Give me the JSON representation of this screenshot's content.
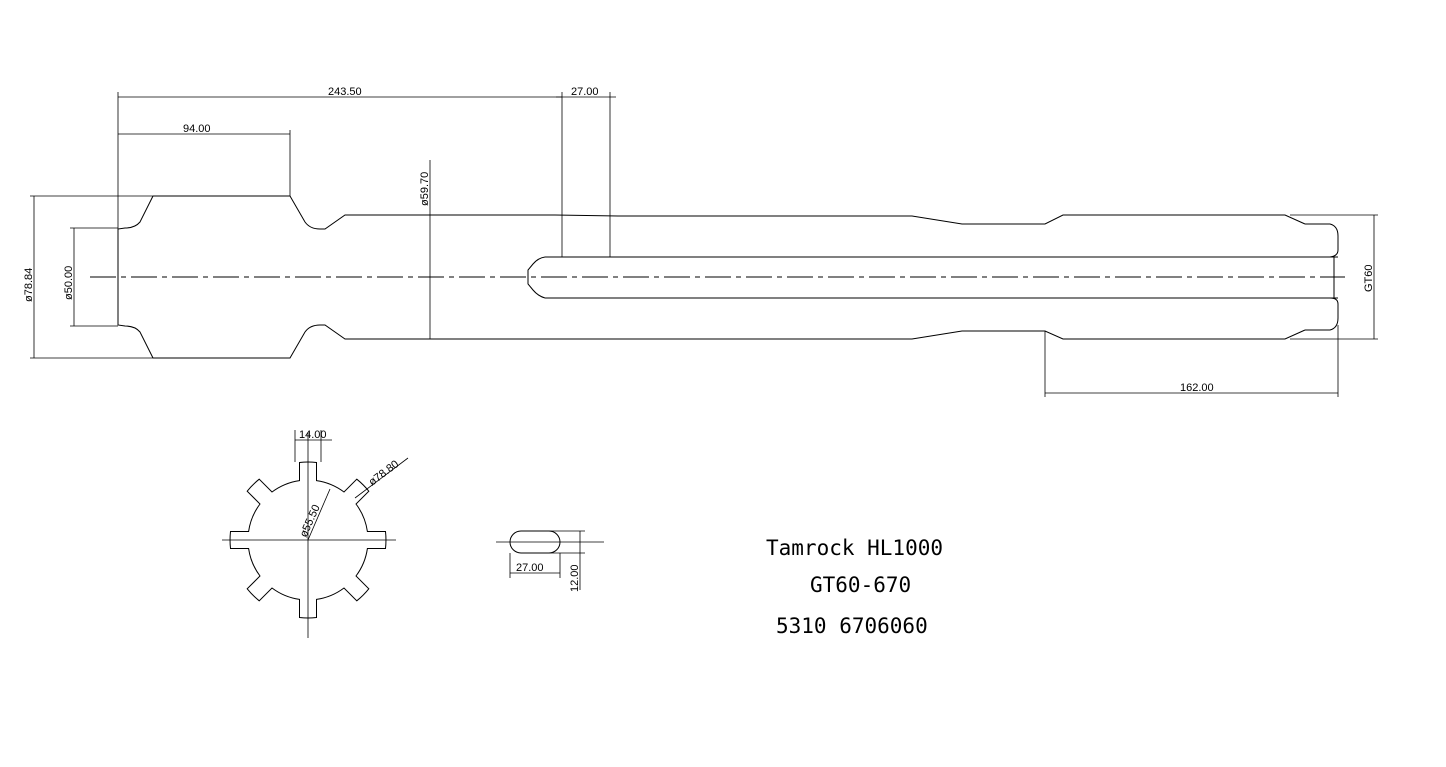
{
  "dimensions": {
    "len_243_50": "243.50",
    "len_27_00_top": "27.00",
    "len_94_00": "94.00",
    "dia_59_70": "ø59.70",
    "dia_78_84": "ø78.84",
    "dia_50_00": "ø50.00",
    "thread_gt60": "GT60",
    "len_162_00": "162.00",
    "spline_14_00": "14.00",
    "spline_dia_78_80": "ø78.80",
    "spline_dia_55_50": "ø55.50",
    "slot_27_00": "27.00",
    "slot_12_00": "12.00"
  },
  "title_block": {
    "line1": "Tamrock HL1000",
    "line2": "GT60-670",
    "line3": "5310 6706060"
  },
  "colors": {
    "line": "#000000",
    "background": "#ffffff"
  }
}
